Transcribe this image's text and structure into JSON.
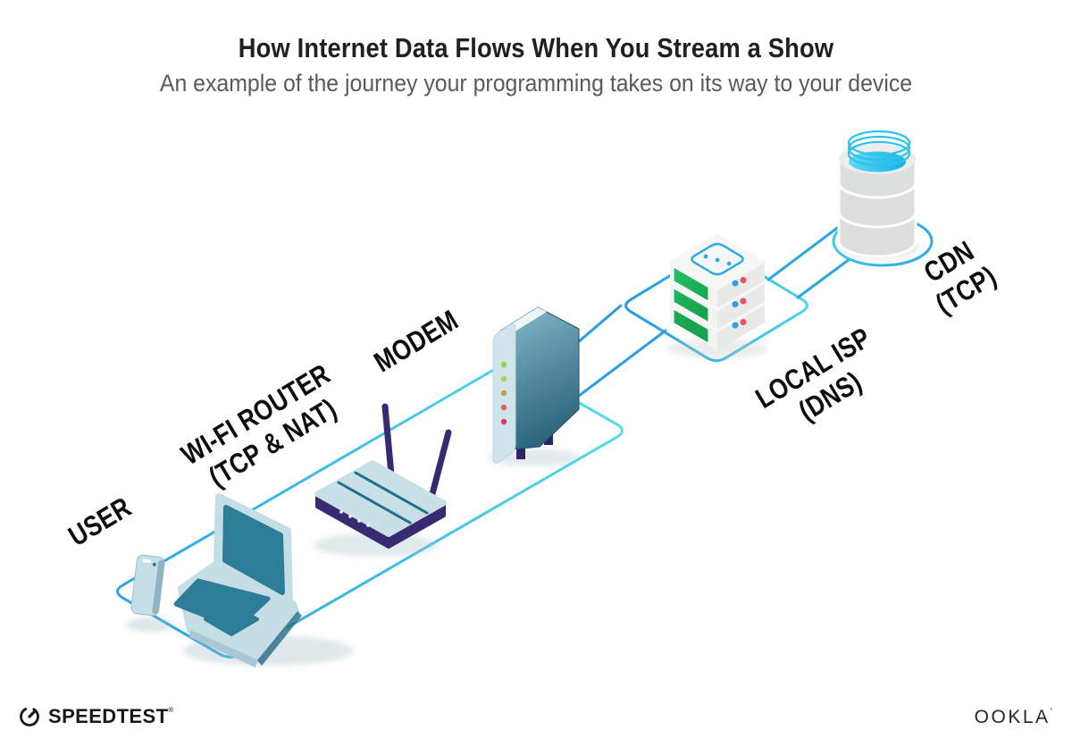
{
  "header": {
    "title": "How Internet Data Flows When You Stream a Show",
    "subtitle": "An example of the journey your programming takes on its way to your device"
  },
  "diagram": {
    "nodes": {
      "user": {
        "label": "USER"
      },
      "router": {
        "label": "WI-FI ROUTER",
        "sublabel": "(TCP & NAT)"
      },
      "modem": {
        "label": "MODEM"
      },
      "isp": {
        "label": "LOCAL ISP",
        "sublabel": "(DNS)"
      },
      "cdn": {
        "label": "CDN",
        "sublabel": "(TCP)"
      }
    },
    "connections": [
      {
        "from": "user",
        "via": "router",
        "to": "modem",
        "type": "lane"
      },
      {
        "from": "modem",
        "to": "isp",
        "type": "link"
      },
      {
        "from": "isp",
        "to": "cdn",
        "type": "link"
      }
    ],
    "modem_leds": [
      "#7FD84A",
      "#ABD64E",
      "#C79A60",
      "#E06156",
      "#E73A5F"
    ],
    "colors": {
      "line_blue": "#2AA0E6",
      "line_cyan": "#55DEE9",
      "device_teal": "#2E7D98",
      "device_light": "#C5DDE5",
      "router_purple": "#382A71",
      "modem_dark": "#1C566F",
      "server_green": "#21BA5E",
      "dot_blue": "#2D9FE8",
      "dot_red": "#ED4F63",
      "cdn_cyan": "#2EC3EA",
      "label": "#0D0D0D",
      "title": "#1C2127",
      "subtitle": "#555B60"
    }
  },
  "footer": {
    "speedtest_label": "SPEEDTEST",
    "speedtest_mark": "®",
    "ookla_label": "OOKLA",
    "ookla_mark": "’"
  }
}
